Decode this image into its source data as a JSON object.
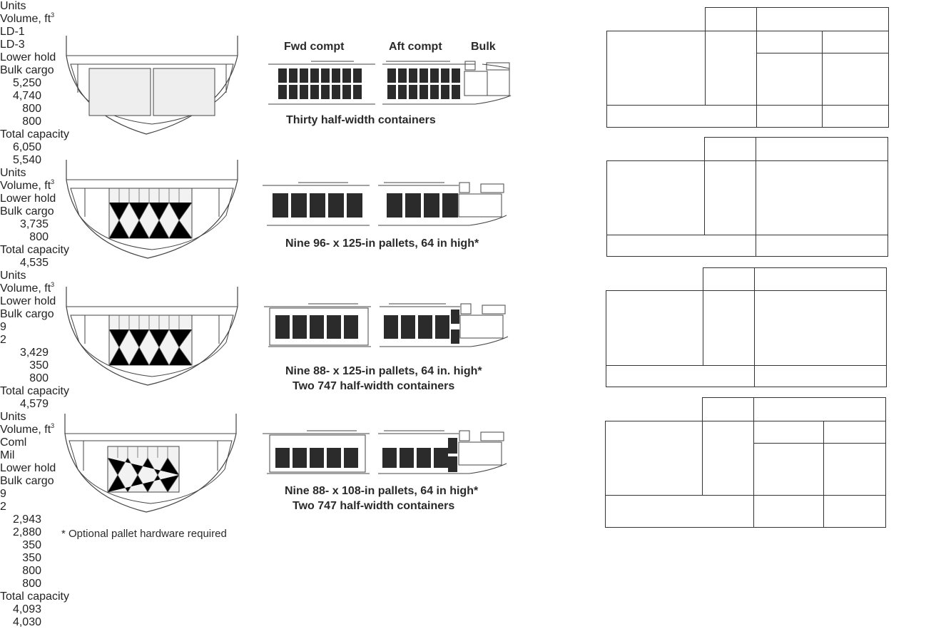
{
  "diagrams": [
    {
      "headers": {
        "fwd": "Fwd compt",
        "aft": "Aft compt",
        "bulk": "Bulk"
      },
      "caption_lines": [
        "Thirty half-width containers"
      ]
    },
    {
      "caption_lines": [
        "Nine 96- x 125-in pallets, 64 in high*"
      ]
    },
    {
      "caption_lines": [
        "Nine 88- x 125-in pallets, 64 in. high*",
        "Two 747 half-width containers"
      ]
    },
    {
      "caption_lines": [
        "Nine 88- x 108-in pallets, 64 in high*",
        "Two 747 half-width containers"
      ]
    }
  ],
  "footnote": "* Optional pallet hardware required",
  "tables": [
    {
      "units_header": "Units",
      "volume_header": "Volume, ft",
      "volume_sup": "3",
      "sub_headers": [
        "LD-1",
        "LD-3"
      ],
      "rows": [
        {
          "label": "Lower hold",
          "units": "",
          "values": [
            "5,250",
            "4,740"
          ]
        },
        {
          "label": "Bulk cargo",
          "units": "",
          "values": [
            "800",
            "800"
          ]
        }
      ],
      "total_label": "Total capacity",
      "total_values": [
        "6,050",
        "5,540"
      ]
    },
    {
      "units_header": "Units",
      "volume_header": "Volume, ft",
      "volume_sup": "3",
      "rows": [
        {
          "label": "Lower hold",
          "units": "",
          "value": "3,735"
        },
        {
          "label": "Bulk cargo",
          "units": "",
          "value": "800"
        }
      ],
      "total_label": "Total capacity",
      "total_value": "4,535"
    },
    {
      "units_header": "Units",
      "volume_header": "Volume, ft",
      "volume_sup": "3",
      "rows": [
        {
          "label": "Lower hold",
          "units": "9",
          "value": "3,429"
        },
        {
          "label": "",
          "units": "2",
          "value": "350"
        },
        {
          "label": "Bulk cargo",
          "units": "",
          "value": "800"
        }
      ],
      "total_label": "Total capacity",
      "total_value": "4,579"
    },
    {
      "units_header": "Units",
      "volume_header": "Volume, ft",
      "volume_sup": "3",
      "sub_headers": [
        "Coml",
        "Mil"
      ],
      "rows": [
        {
          "label": "Lower hold",
          "units": "9",
          "values": [
            "2,943",
            "2,880"
          ]
        },
        {
          "label": "",
          "units": "2",
          "values": [
            "350",
            "350"
          ]
        },
        {
          "label": "Bulk cargo",
          "units": "",
          "values": [
            "800",
            "800"
          ]
        }
      ],
      "total_label": "Total capacity",
      "total_values": [
        "4,093",
        "4,030"
      ]
    }
  ]
}
